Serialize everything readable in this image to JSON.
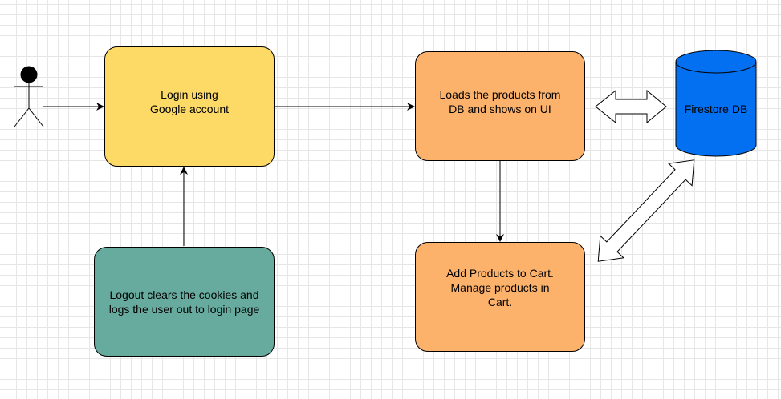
{
  "colors": {
    "login": "#fdd966",
    "load": "#fcb26b",
    "logout": "#67ab9f",
    "cart": "#fcb26b",
    "database": "#0270f0"
  },
  "nodes": {
    "actor": {
      "label": "",
      "icon": "actor-stick-figure"
    },
    "login": {
      "label": "Login using\nGoogle account"
    },
    "load": {
      "label": "Loads the products from\nDB and shows on UI"
    },
    "logout": {
      "label": "Logout clears the cookies and\nlogs the user out to login page"
    },
    "cart": {
      "label": "Add Products to Cart.\nManage products in\nCart."
    },
    "database": {
      "label": "Firestore DB",
      "icon": "cylinder-database"
    }
  },
  "edges": [
    {
      "from": "actor",
      "to": "login",
      "style": "arrow"
    },
    {
      "from": "login",
      "to": "load",
      "style": "arrow"
    },
    {
      "from": "logout",
      "to": "login",
      "style": "arrow"
    },
    {
      "from": "load",
      "to": "cart",
      "style": "arrow"
    },
    {
      "from": "load",
      "to": "database",
      "style": "double-block-arrow"
    },
    {
      "from": "cart",
      "to": "database",
      "style": "double-block-arrow"
    }
  ]
}
